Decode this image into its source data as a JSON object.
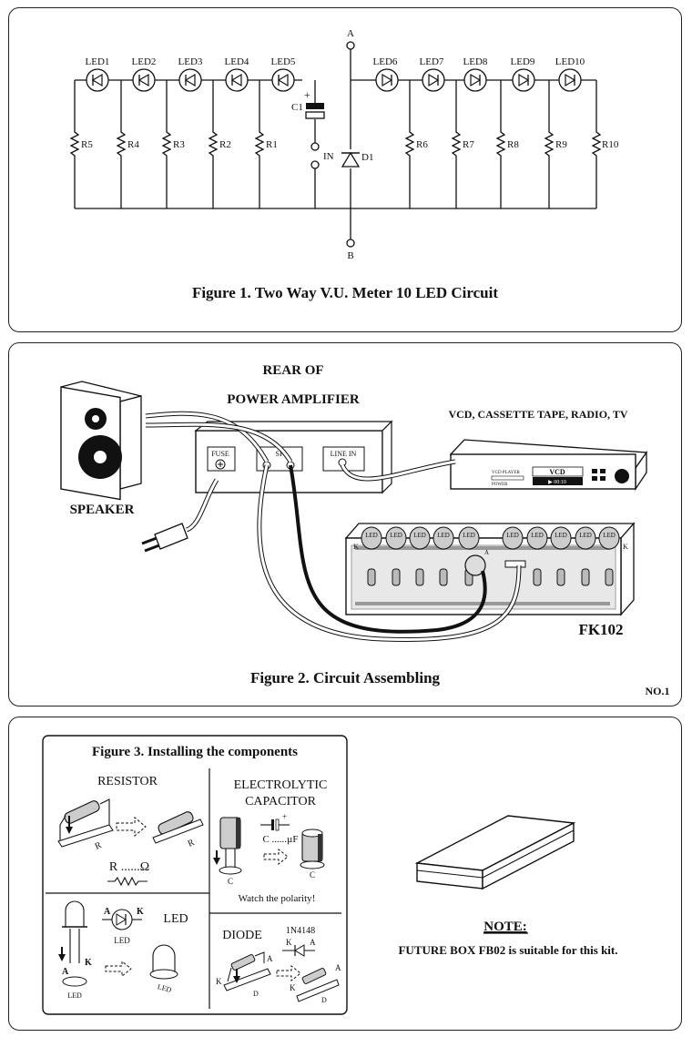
{
  "figure1": {
    "caption": "Figure 1. Two Way V.U. Meter 10 LED Circuit",
    "left_leds": [
      "LED1",
      "LED2",
      "LED3",
      "LED4",
      "LED5"
    ],
    "right_leds": [
      "LED6",
      "LED7",
      "LED8",
      "LED9",
      "LED10"
    ],
    "left_resistors": [
      "R5",
      "R4",
      "R3",
      "R2",
      "R1"
    ],
    "right_resistors": [
      "R6",
      "R7",
      "R8",
      "R9",
      "R10"
    ],
    "capacitor": "C1",
    "capacitor_polarity": "+",
    "input": "IN",
    "diode": "D1",
    "node_a": "A",
    "node_b": "B"
  },
  "figure2": {
    "caption": "Figure 2. Circuit Assembling",
    "rear_title_line1": "REAR OF",
    "rear_title_line2": "POWER AMPLIFIER",
    "fuse": "FUSE",
    "sp": "SP",
    "line_in": "LINE IN",
    "speaker": "SPEAKER",
    "source": "VCD, CASSETTE TAPE, RADIO, TV",
    "vcd_player": "VCD PLAYER",
    "vcd_display": "VCD",
    "vcd_time": "▶ 00:10",
    "vcd_power": "POWER",
    "board_name": "FK102",
    "board_led_label": "LED",
    "board_k": "K",
    "board_a": "A",
    "page_no": "NO.1"
  },
  "figure3": {
    "title": "Figure 3. Installing the components",
    "resistor": "RESISTOR",
    "resistor_value": "R ......Ω",
    "resistor_letter": "R",
    "capacitor_line1": "ELECTROLYTIC",
    "capacitor_line2": "CAPACITOR",
    "capacitor_value": "C ......µF",
    "capacitor_letter": "C",
    "polarity_note": "Watch the polarity!",
    "led": "LED",
    "led_a": "A",
    "led_k": "K",
    "diode": "DIODE",
    "diode_part": "1N4148",
    "diode_k": "K",
    "diode_a": "A",
    "diode_letter": "D"
  },
  "note": {
    "heading": "NOTE:",
    "text": "FUTURE BOX FB02 is suitable for this kit."
  }
}
